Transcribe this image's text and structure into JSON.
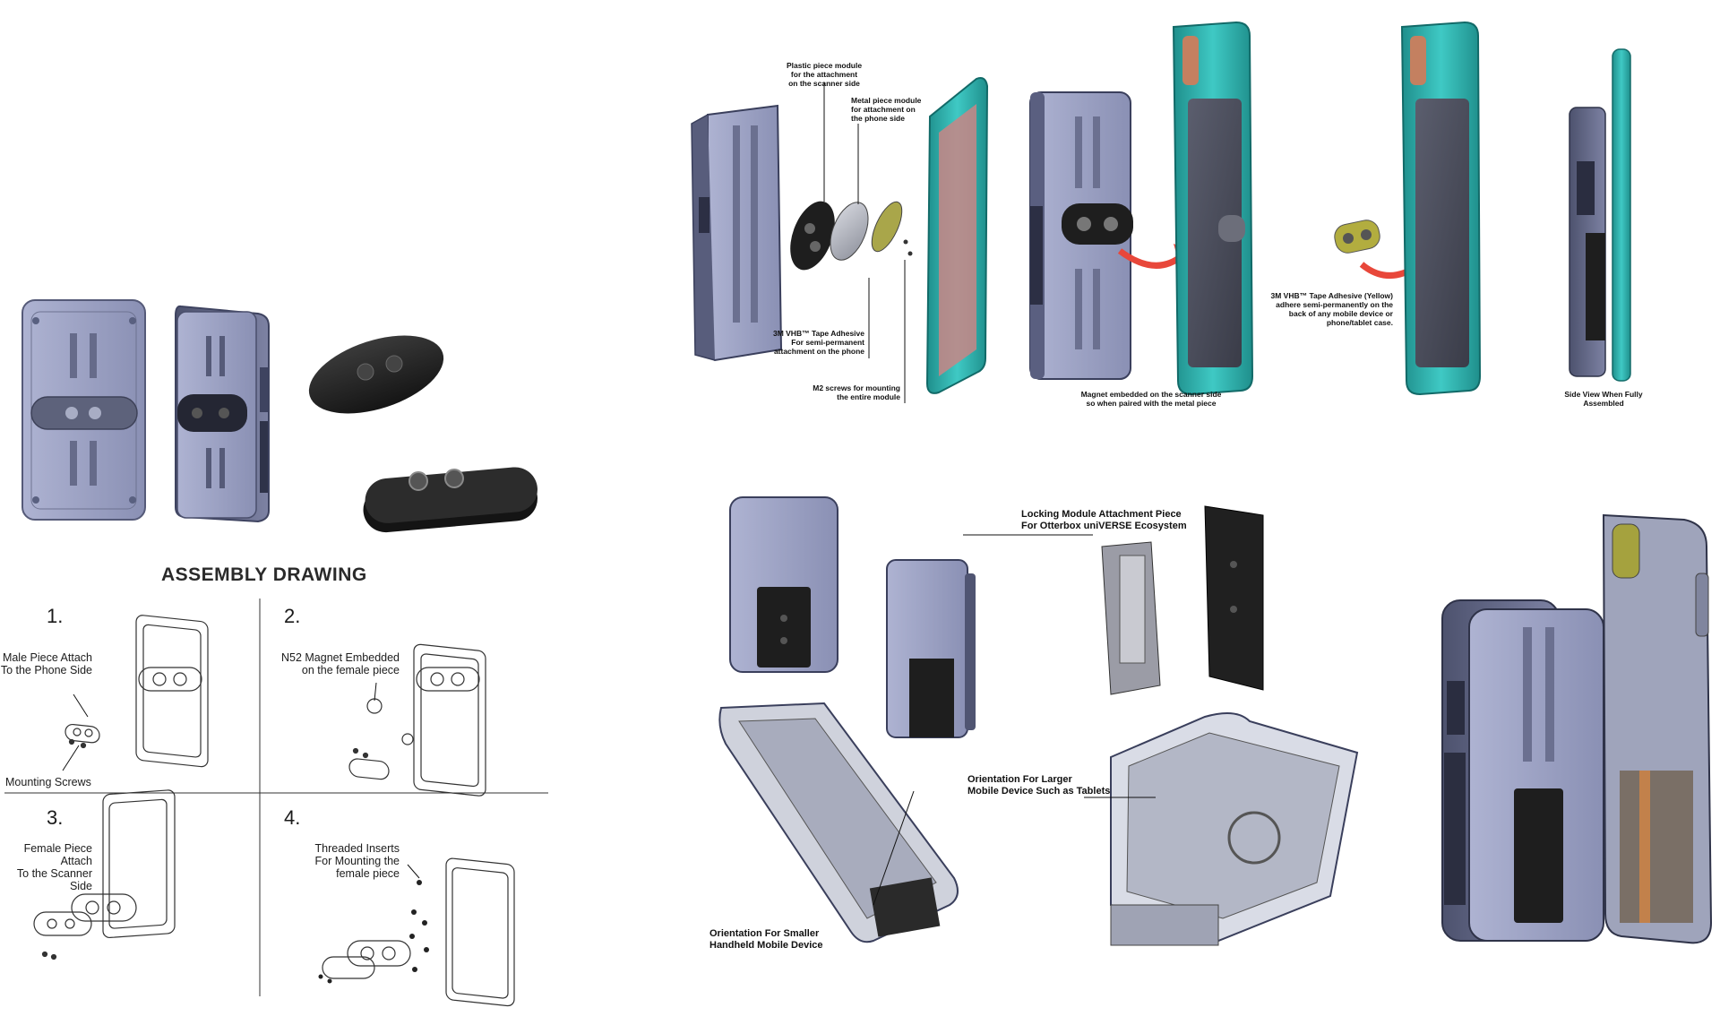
{
  "assembly": {
    "title": "ASSEMBLY DRAWING",
    "steps": [
      {
        "number": "1.",
        "label": "Male Piece Attach\nTo the Phone Side",
        "extra": "Mounting Screws"
      },
      {
        "number": "2.",
        "label": "N52 Magnet Embedded\non the female piece"
      },
      {
        "number": "3.",
        "label": "Female Piece Attach\nTo the Scanner Side"
      },
      {
        "number": "4.",
        "label": "Threaded Inserts\nFor Mounting the\nfemale piece"
      }
    ]
  },
  "exploded": {
    "plastic_piece": "Plastic piece module\nfor the attachment\non the scanner side",
    "metal_piece": "Metal piece module\nfor attachment on\nthe phone side",
    "tape_adhesive": "3M VHB™ Tape Adhesive\nFor semi-permanent\nattachment on the phone",
    "screws": "M2 screws for mounting\nthe entire module",
    "magnet": "Magnet embedded on the scanner side\nso when paired with the metal piece",
    "tape_yellow": "3M VHB™ Tape Adhesive (Yellow)\nadhere semi-permanently on the\nback of any mobile device or\nphone/tablet case.",
    "side_view": "Side View When Fully\nAssembled"
  },
  "otterbox": {
    "locking_module": "Locking Module Attachment Piece\nFor Otterbox uniVERSE Ecosystem",
    "larger": "Orientation For Larger\nMobile Device Such as Tablets",
    "smaller": "Orientation For Smaller\nHandheld Mobile Device"
  },
  "colors": {
    "device_body": "#9aa0c2",
    "device_dark": "#5a6080",
    "case_teal": "#2fb3b0",
    "arrow_red": "#e8473a",
    "tape_yellow": "#b8b34a",
    "module_black": "#2a2a2a"
  }
}
